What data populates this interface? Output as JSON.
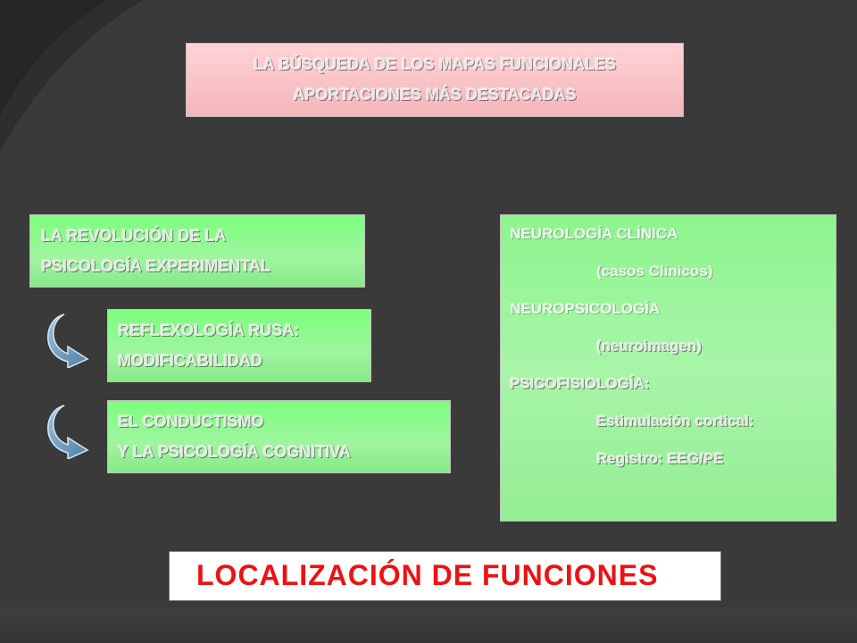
{
  "title": {
    "line1": "LA BÚSQUEDA DE LOS MAPAS FUNCIONALES",
    "line2": "APORTACIONES MÁS DESTACADAS"
  },
  "left_boxes": {
    "revolucion": {
      "line1": "LA REVOLUCIÓN DE LA",
      "line2": "PSICOLOGÍA EXPERIMENTAL"
    },
    "reflexologia": {
      "line1": "REFLEXOLOGÍA RUSA:",
      "line2": "MODIFICABILIDAD"
    },
    "conductismo": {
      "line1": "EL CONDUCTISMO",
      "line2": "Y LA PSICOLOGÍA COGNITIVA"
    }
  },
  "right_box": {
    "items": [
      "NEUROLOGÍA CLÍNICA",
      "(casos Clínicos)",
      "NEUROPSICOLOGÍA",
      "(neuroimagen)",
      "PSICOFISIOLOGÍA:",
      "Estimulación cortical:",
      "Registro: EEG/PE"
    ]
  },
  "conclusion": "LOCALIZACIÓN DE FUNCIONES",
  "colors": {
    "background": "#3a3a3a",
    "title_fill": "#ffc8cc",
    "green_fill": "#88f088",
    "conclusion_text": "#ee1111",
    "arrow": "#6f9fc4"
  },
  "icons": [
    "curved-arrow-icon",
    "curved-arrow-icon"
  ]
}
